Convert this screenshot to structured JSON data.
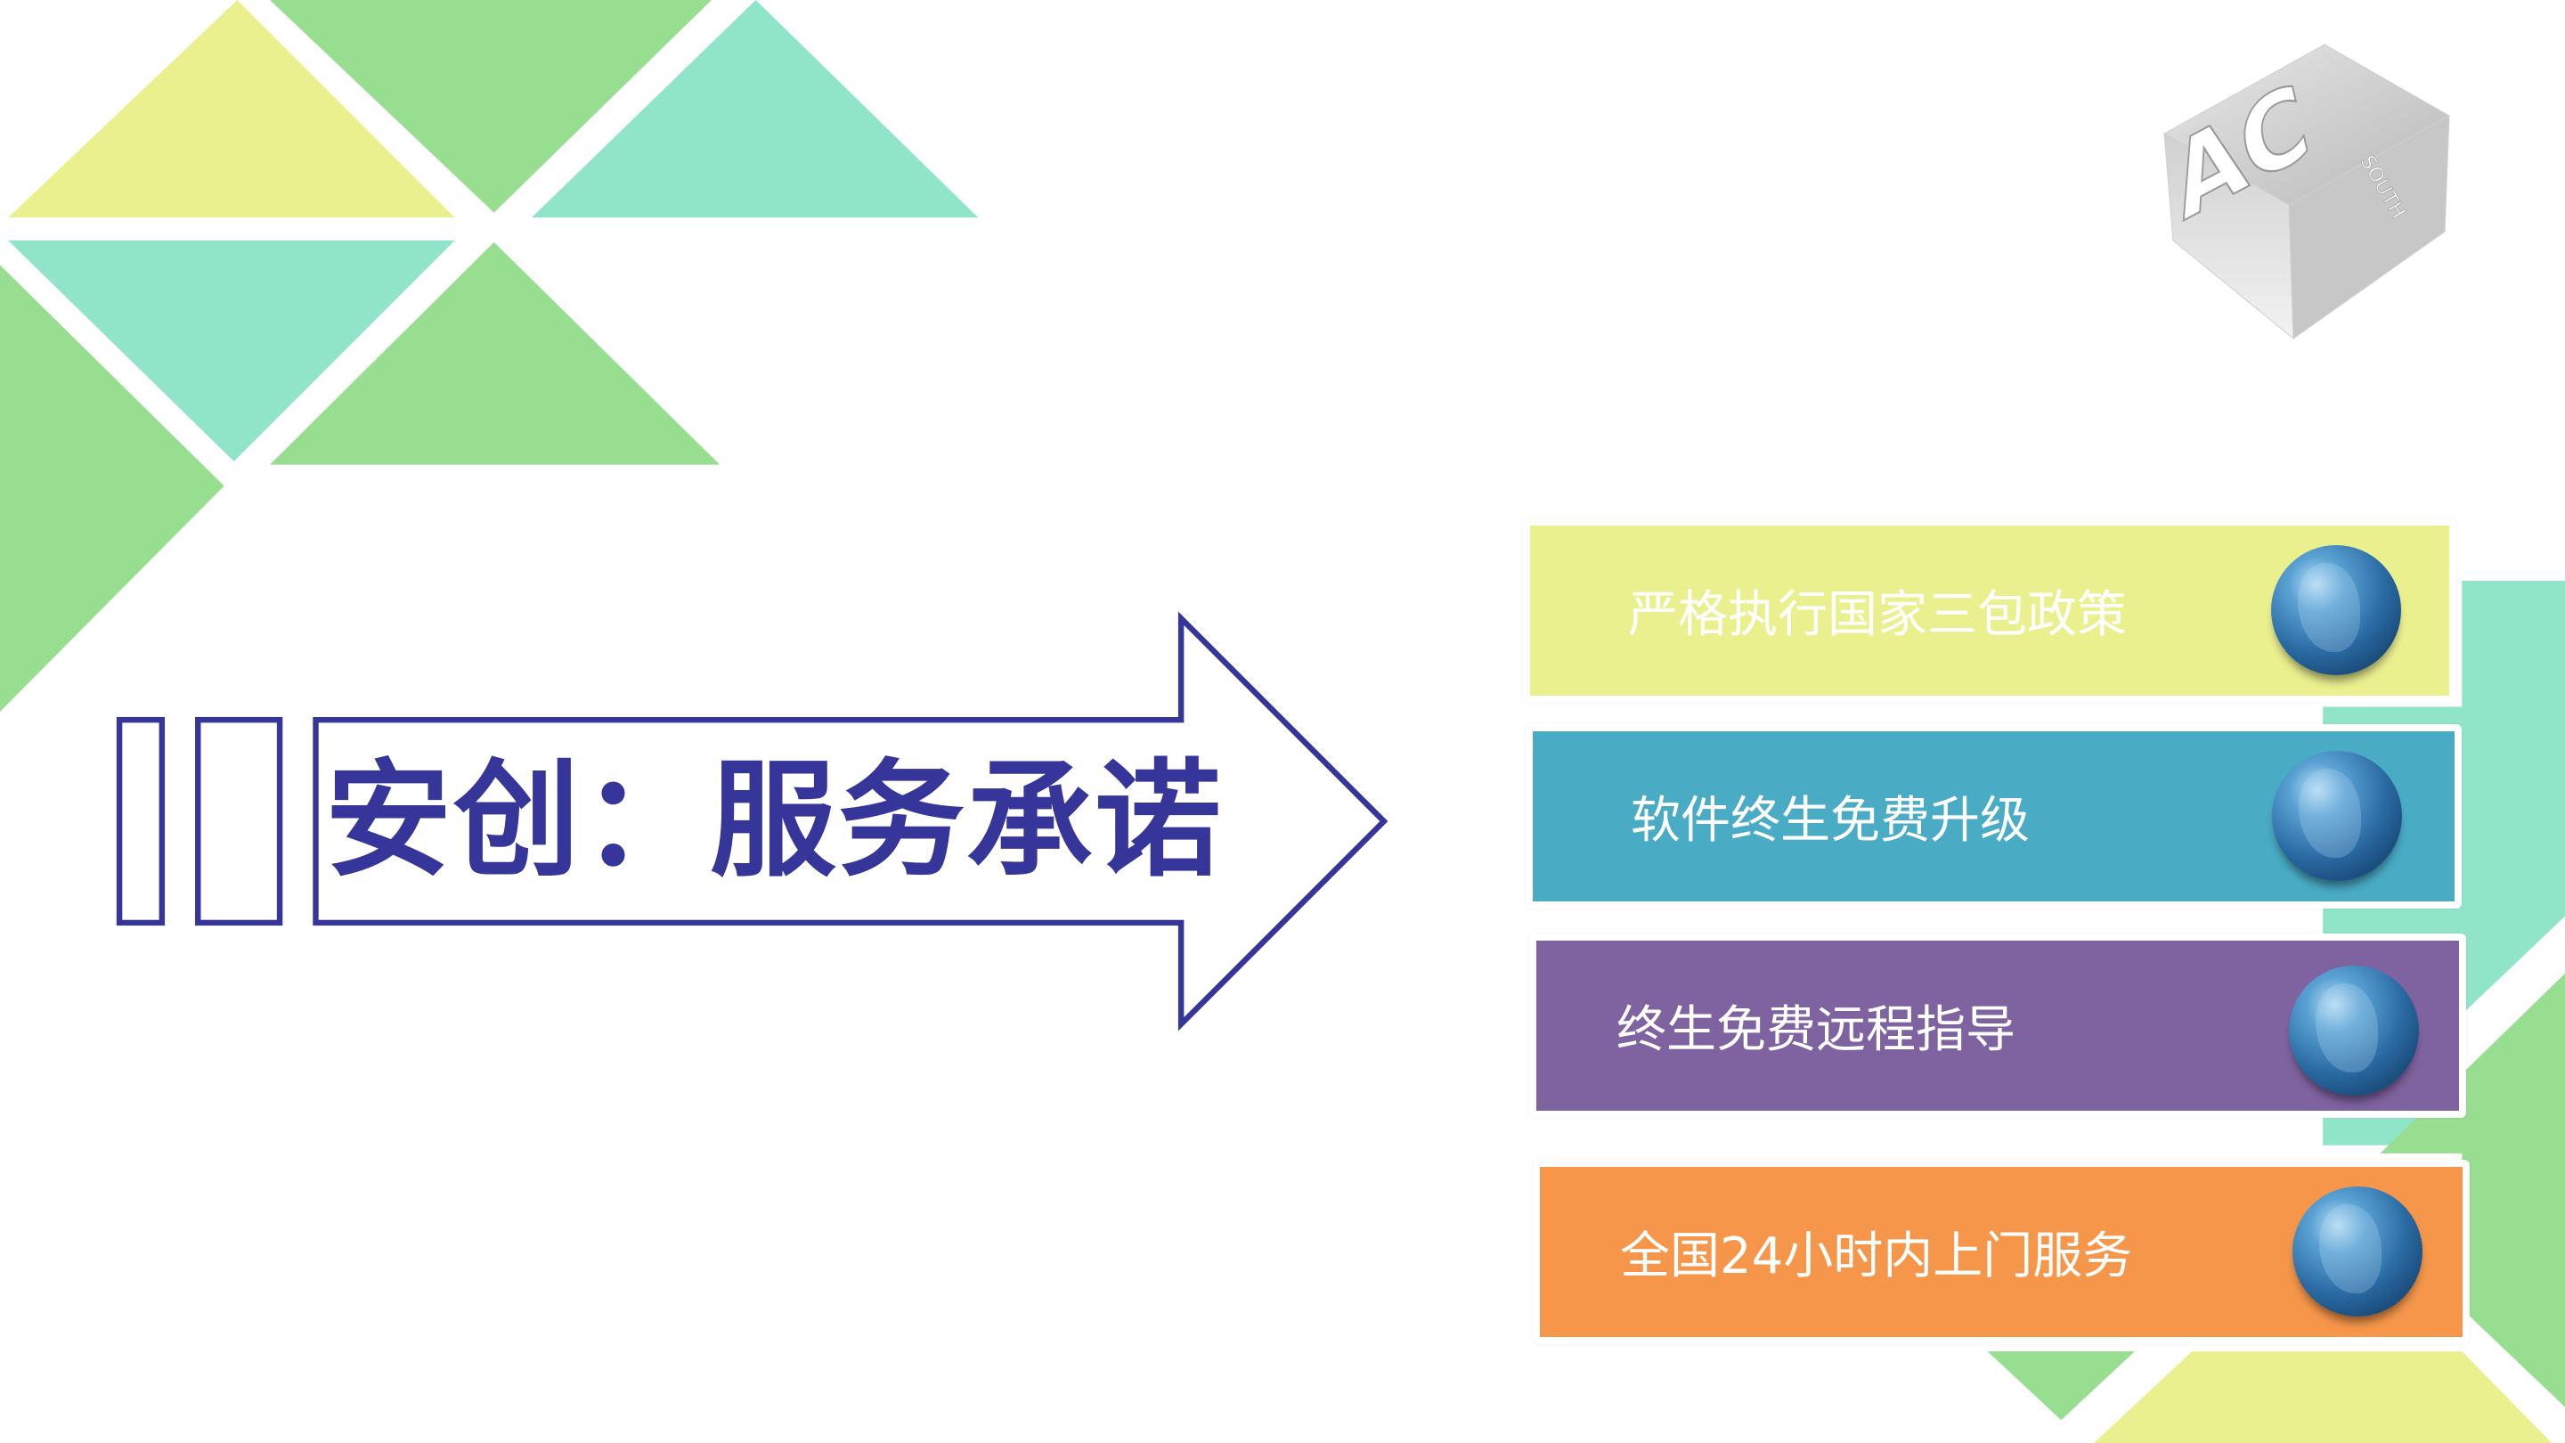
{
  "title": "安创：服务承诺",
  "logo": {
    "text": "AC",
    "sub": "SOUTH"
  },
  "items": [
    {
      "label": "严格执行国家三包政策",
      "color": "#ebf08f"
    },
    {
      "label": "软件终生免费升级",
      "color": "#4aabc5"
    },
    {
      "label": "终生免费远程指导",
      "color": "#7f63a0"
    },
    {
      "label": "全国24小时内上门服务",
      "color": "#f5964a"
    }
  ],
  "colors": {
    "yellow": "#ebf08f",
    "green": "#97de91",
    "teal": "#90e5c8",
    "navy": "#36369a"
  }
}
